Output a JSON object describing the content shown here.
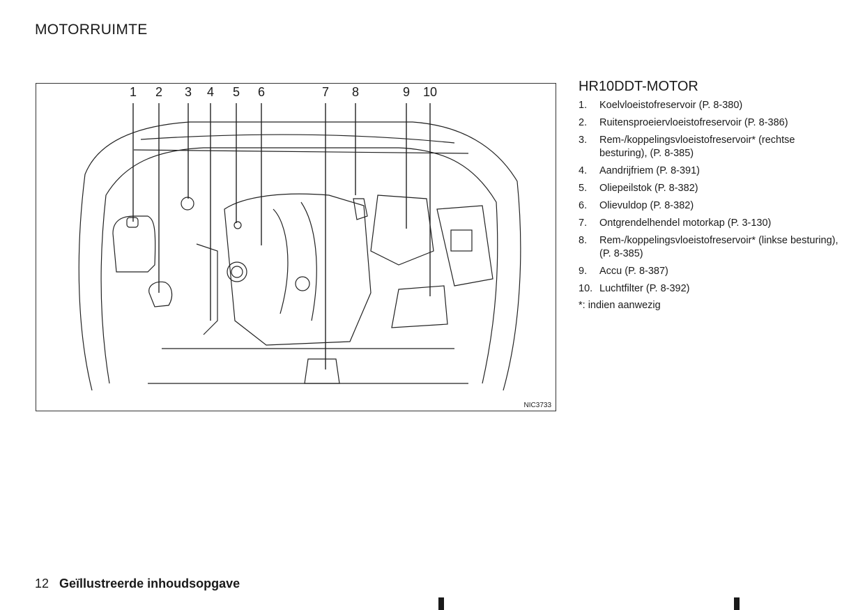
{
  "page": {
    "title": "MOTORRUIMTE",
    "page_number": "12",
    "chapter": "Geïllustreerde inhoudsopgave"
  },
  "figure": {
    "callouts": [
      "1",
      "2",
      "3",
      "4",
      "5",
      "6",
      "7",
      "8",
      "9",
      "10"
    ],
    "code": "NIC3733"
  },
  "legend": {
    "title": "HR10DDT-MOTOR",
    "items": [
      {
        "num": "1.",
        "text": "Koelvloeistofreservoir (P. 8-380)"
      },
      {
        "num": "2.",
        "text": "Ruitensproeiervloeistofreservoir (P. 8-386)"
      },
      {
        "num": "3.",
        "text": "Rem-/koppelingsvloeistofreservoir* (rechtse besturing), (P. 8-385)"
      },
      {
        "num": "4.",
        "text": "Aandrijfriem (P. 8-391)"
      },
      {
        "num": "5.",
        "text": "Oliepeilstok (P. 8-382)"
      },
      {
        "num": "6.",
        "text": "Olievuldop (P. 8-382)"
      },
      {
        "num": "7.",
        "text": "Ontgrendelhendel motorkap (P. 3-130)"
      },
      {
        "num": "8.",
        "text": "Rem-/koppelingsvloeistofreservoir* (linkse besturing), (P. 8-385)"
      },
      {
        "num": "9.",
        "text": "Accu (P. 8-387)"
      },
      {
        "num": "10.",
        "text": "Luchtfilter (P. 8-392)"
      }
    ],
    "note": "*: indien aanwezig"
  }
}
